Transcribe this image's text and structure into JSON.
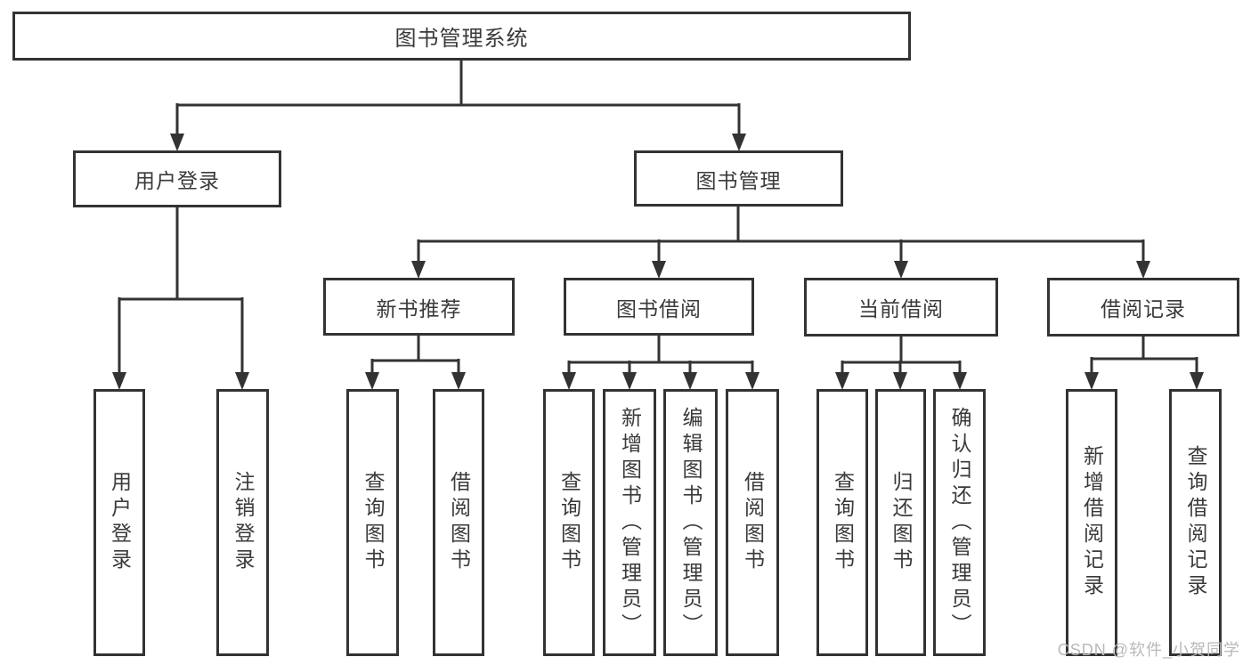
{
  "diagram": {
    "root": {
      "label": "图书管理系统"
    },
    "level2": [
      {
        "label": "用户登录",
        "children": [
          {
            "label": "用户登录"
          },
          {
            "label": "注销登录"
          }
        ]
      },
      {
        "label": "图书管理"
      }
    ],
    "level3": [
      {
        "label": "新书推荐",
        "children": [
          {
            "label": "查询图书"
          },
          {
            "label": "借阅图书"
          }
        ]
      },
      {
        "label": "图书借阅",
        "children": [
          {
            "label": "查询图书"
          },
          {
            "label": "新增图书（管理员）"
          },
          {
            "label": "编辑图书（管理员）"
          },
          {
            "label": "借阅图书"
          }
        ]
      },
      {
        "label": "当前借阅",
        "children": [
          {
            "label": "查询图书"
          },
          {
            "label": "归还图书"
          },
          {
            "label": "确认归还（管理员）"
          }
        ]
      },
      {
        "label": "借阅记录",
        "children": [
          {
            "label": "新增借阅记录"
          },
          {
            "label": "查询借阅记录"
          }
        ]
      }
    ]
  },
  "watermark": {
    "text": "CSDN @软件_小贺同学"
  },
  "colors": {
    "line": "#333333",
    "text": "#3a3a3a",
    "watermark": "#b9b9b9",
    "background": "#ffffff"
  }
}
